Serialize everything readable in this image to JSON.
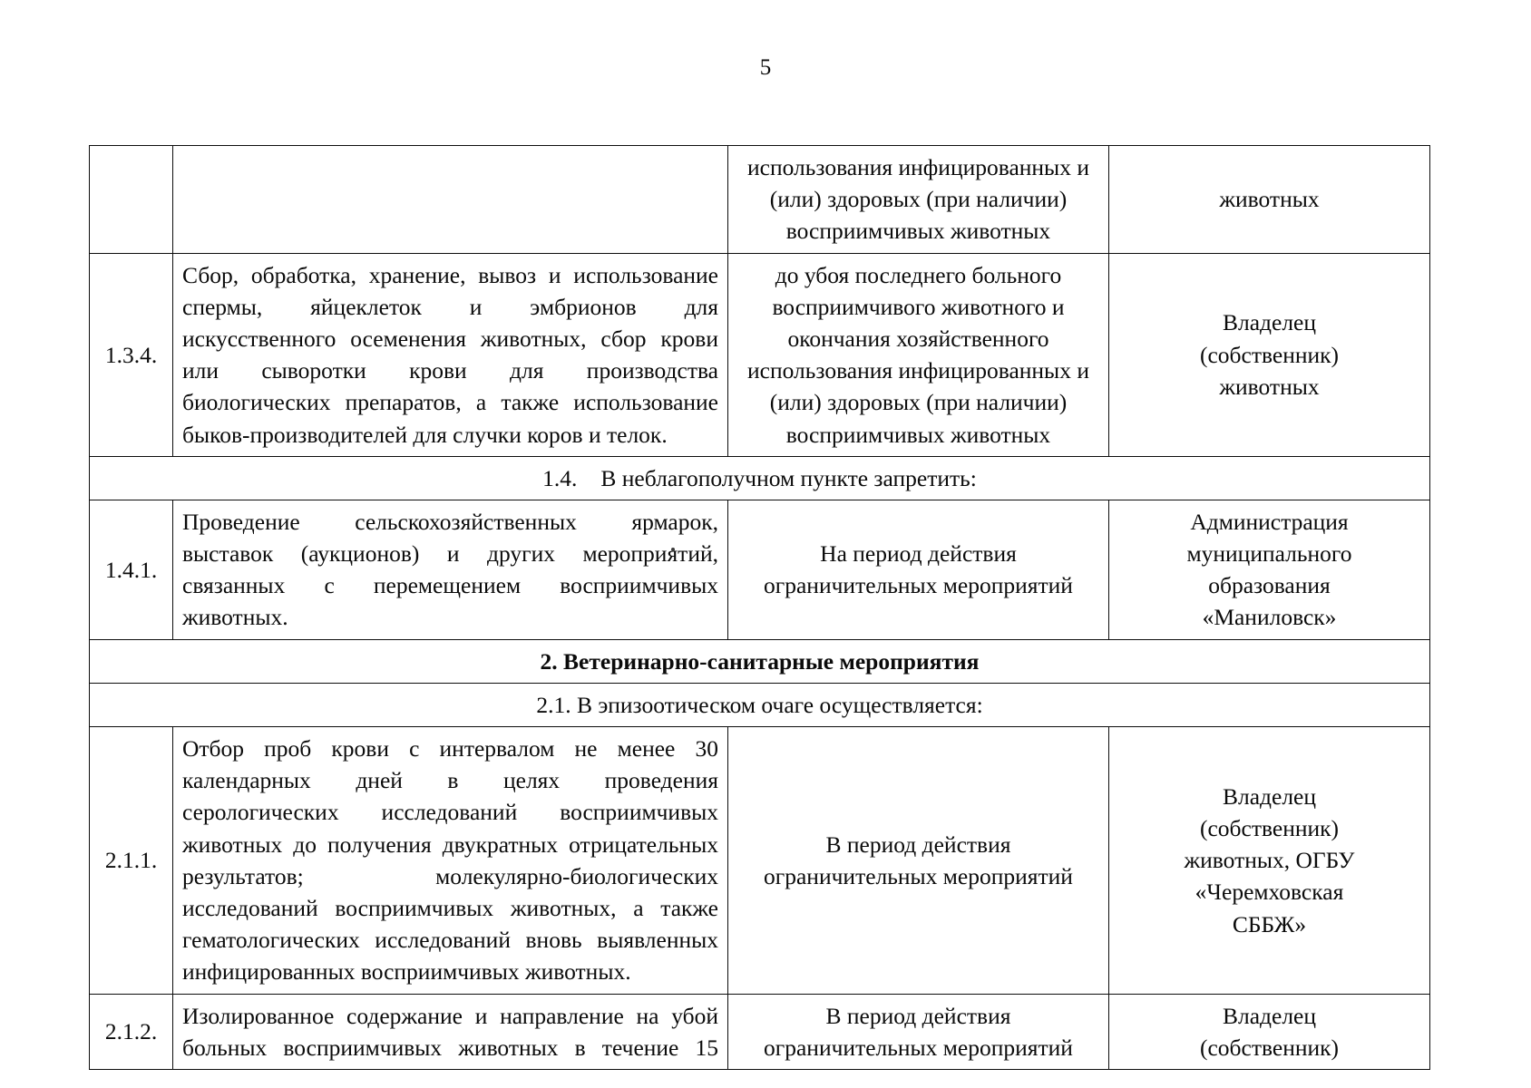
{
  "page": {
    "number": "5"
  },
  "table": {
    "rows": [
      {
        "kind": "data",
        "num": "",
        "desc": "",
        "term": "использования инфицированных и (или) здоровых (при наличии) восприимчивых животных",
        "resp": "животных"
      },
      {
        "kind": "data",
        "num": "1.3.4.",
        "desc": "Сбор, обработка, хранение, вывоз и использование спермы, яйцеклеток и эмбрионов для искусственного осеменения животных, сбор крови или сыворотки крови для производства биологических препаратов, а также использование быков-производителей для случки коров и телок.",
        "term": "до убоя последнего больного восприимчивого животного и окончания хозяйственного использования инфицированных и (или) здоровых (при наличии) восприимчивых животных",
        "resp": "Владелец (собственник) животных"
      },
      {
        "kind": "section",
        "label": "1.4.",
        "title": "В неблагополучном пункте запретить:",
        "bold": false
      },
      {
        "kind": "data",
        "num": "1.4.1.",
        "desc": "Проведение сельскохозяйственных ярмарок, выставок (аукционов) и других мероприятий, связанных с перемещением восприимчивых животных.",
        "term": "На период действия ограничительных мероприятий",
        "resp": "Администрация муниципального образования «Маниловск»"
      },
      {
        "kind": "section",
        "label": "",
        "title": "2. Ветеринарно-санитарные мероприятия",
        "bold": true
      },
      {
        "kind": "section",
        "label": "",
        "title": "2.1. В эпизоотическом очаге осуществляется:",
        "bold": false
      },
      {
        "kind": "data",
        "num": "2.1.1.",
        "desc": "Отбор проб крови с интервалом не менее 30 календарных дней в целях проведения серологических исследований восприимчивых животных до получения двукратных отрицательных результатов; молекулярно-биологических исследований восприимчивых животных, а также гематологических исследований вновь выявленных инфицированных восприимчивых животных.",
        "term": "В период действия ограничительных мероприятий",
        "resp": "Владелец (собственник) животных, ОГБУ «Черемховская СББЖ»"
      },
      {
        "kind": "data",
        "num": "2.1.2.",
        "desc": "Изолированное содержание и направление на убой больных восприимчивых животных в течение 15",
        "term": "В период действия ограничительных мероприятий",
        "resp": "Владелец (собственник)"
      }
    ]
  },
  "lines": {
    "row0_term_1": "использования инфицированных и",
    "row0_term_2": "(или) здоровых (при наличии)",
    "row0_term_3": "восприимчивых животных",
    "row0_resp_1": "животных",
    "row1_desc_1": "Сбор, обработка, хранение, вывоз и использование",
    "row1_desc_2": "спермы, яйцеклеток и эмбрионов для",
    "row1_desc_3": "искусственного осеменения животных, сбор крови",
    "row1_desc_4": "или сыворотки крови для производства",
    "row1_desc_5": "биологических препаратов, а также использование",
    "row1_desc_6": "быков-производителей для случки коров и телок.",
    "row1_term_1": "до убоя последнего больного",
    "row1_term_2": "восприимчивого животного и",
    "row1_term_3": "окончания хозяйственного",
    "row1_term_4": "использования инфицированных и",
    "row1_term_5": "(или) здоровых (при наличии)",
    "row1_term_6": "восприимчивых животных",
    "row1_resp_1": "Владелец",
    "row1_resp_2": "(собственник)",
    "row1_resp_3": "животных",
    "sec_1_4_label": "1.4.",
    "sec_1_4_title": "В неблагополучном пункте запретить:",
    "row3_desc_1": "Проведение сельскохозяйственных ярмарок,",
    "row3_desc_2": "выставок (аукционов) и других мероприятий,",
    "row3_desc_3": "связанных с перемещением восприимчивых",
    "row3_desc_4": "животных.",
    "row3_term_1": "На период действия",
    "row3_term_2": "ограничительных мероприятий",
    "row3_resp_1": "Администрация",
    "row3_resp_2": "муниципального",
    "row3_resp_3": "образования",
    "row3_resp_4": "«Маниловск»",
    "sec_2_title": "2. Ветеринарно-санитарные мероприятия",
    "sec_2_1_title": "2.1. В эпизоотическом очаге осуществляется:",
    "row6_desc_1": "Отбор проб крови с интервалом не менее 30",
    "row6_desc_2": "календарных дней в целях проведения",
    "row6_desc_3": "серологических исследований восприимчивых",
    "row6_desc_4": "животных до получения двукратных отрицательных",
    "row6_desc_5": "результатов; молекулярно-биологических",
    "row6_desc_6": "исследований восприимчивых животных, а также",
    "row6_desc_7": "гематологических исследований вновь выявленных",
    "row6_desc_8": "инфицированных восприимчивых животных.",
    "row6_term_1": "В период действия",
    "row6_term_2": "ограничительных мероприятий",
    "row6_resp_1": "Владелец",
    "row6_resp_2": "(собственник)",
    "row6_resp_3": "животных, ОГБУ",
    "row6_resp_4": "«Черемховская",
    "row6_resp_5": "СББЖ»",
    "row7_desc_1": "Изолированное содержание и направление на убой",
    "row7_desc_2": "больных восприимчивых животных в течение 15",
    "row7_term_1": "В период действия",
    "row7_term_2": "ограничительных мероприятий",
    "row7_resp_1": "Владелец",
    "row7_resp_2": "(собственник)"
  }
}
